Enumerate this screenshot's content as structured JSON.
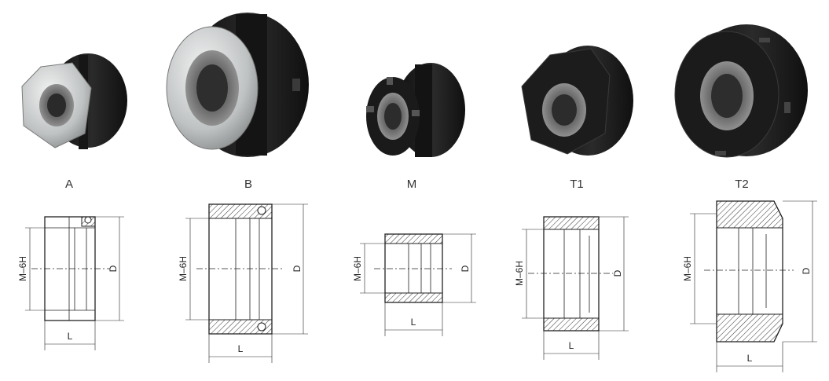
{
  "variants": [
    {
      "label": "A"
    },
    {
      "label": "B"
    },
    {
      "label": "M"
    },
    {
      "label": "T1"
    },
    {
      "label": "T2"
    }
  ],
  "dims": {
    "thread": "M–6H",
    "diameter": "D",
    "length": "L"
  },
  "colors": {
    "nut": "#1b1b1b",
    "steel": "#c9cbcc",
    "line": "#222222",
    "hatch": "#333333"
  }
}
